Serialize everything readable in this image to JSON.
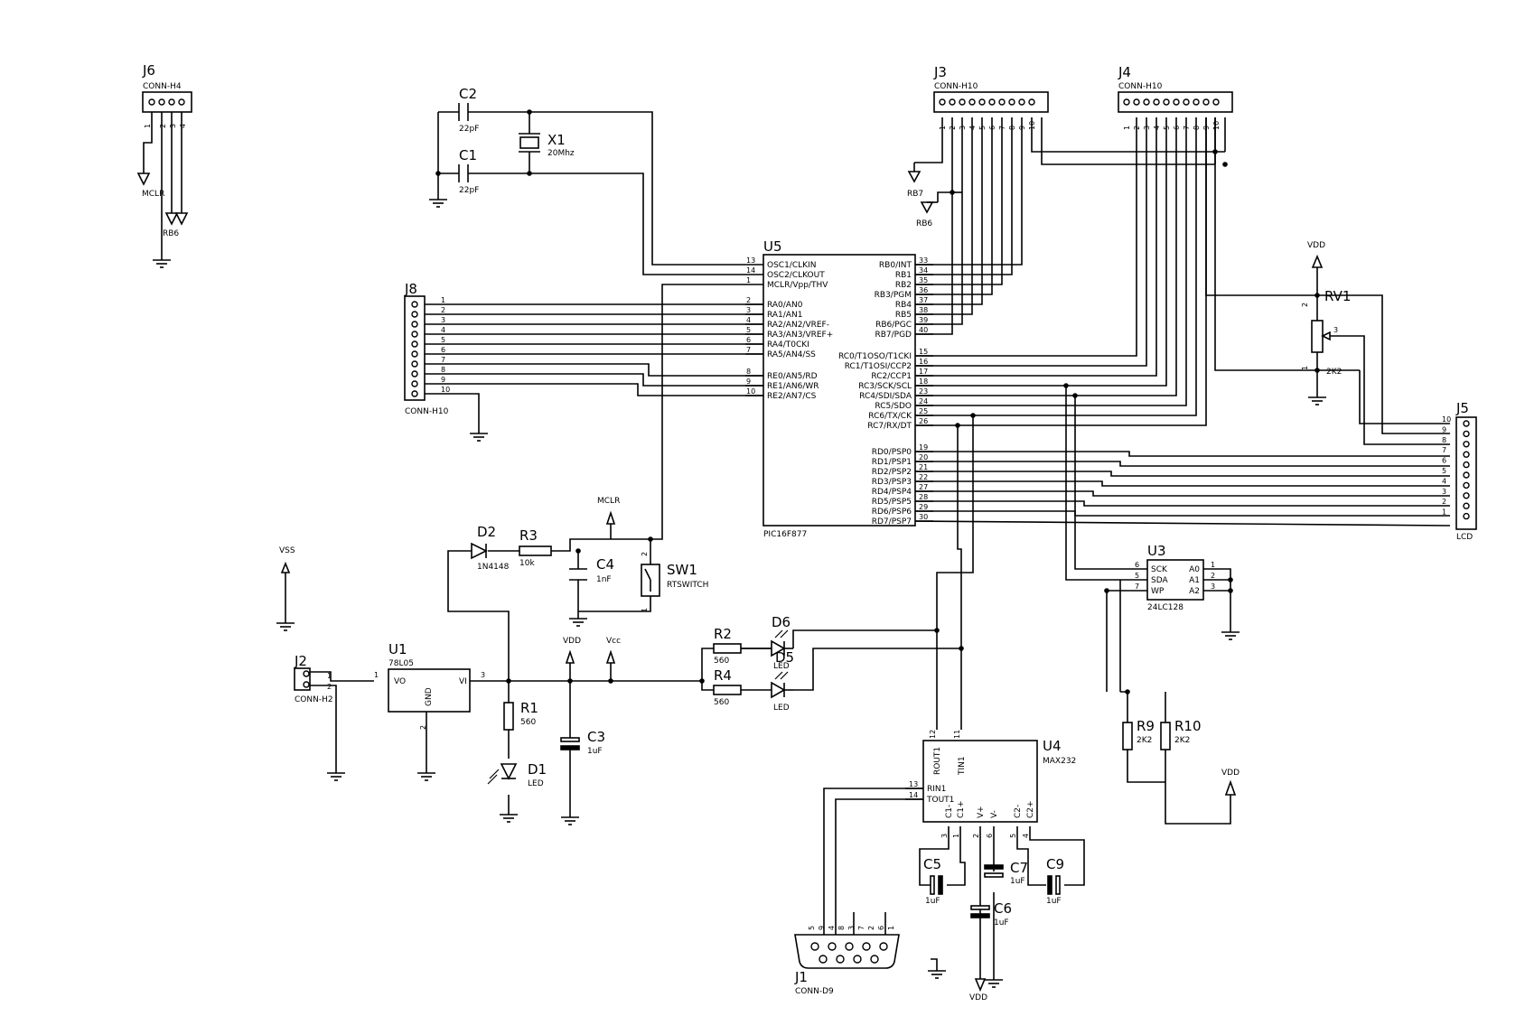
{
  "supplies": {
    "vss": "VSS",
    "vdd_c3": "VDD",
    "vcc": "Vcc",
    "vdd_rv1": "VDD",
    "vdd_r10": "VDD",
    "vdd_c6": "VDD",
    "mclr_sw": "MCLR"
  },
  "net_labels": {
    "mclr_j6": "MCLR",
    "rb_j6": "RB6",
    "rb7_j3": "RB7",
    "rb6_j3": "RB6"
  },
  "j6": {
    "ref": "J6",
    "value": "CONN-H4",
    "pins": [
      "1",
      "2",
      "3",
      "4"
    ]
  },
  "j3": {
    "ref": "J3",
    "value": "CONN-H10",
    "pins": [
      "1",
      "2",
      "3",
      "4",
      "5",
      "6",
      "7",
      "8",
      "9",
      "10"
    ]
  },
  "j4": {
    "ref": "J4",
    "value": "CONN-H10",
    "pins": [
      "1",
      "2",
      "3",
      "4",
      "5",
      "6",
      "7",
      "8",
      "9",
      "10"
    ]
  },
  "j8": {
    "ref": "J8",
    "value": "CONN-H10",
    "pins": [
      "1",
      "2",
      "3",
      "4",
      "5",
      "6",
      "7",
      "8",
      "9",
      "10"
    ]
  },
  "j5": {
    "ref": "J5",
    "value": "LCD",
    "pins": [
      "10",
      "9",
      "8",
      "7",
      "6",
      "5",
      "4",
      "3",
      "2",
      "1"
    ]
  },
  "j2": {
    "ref": "J2",
    "value": "CONN-H2",
    "pins": [
      "1",
      "2"
    ]
  },
  "j1": {
    "ref": "J1",
    "value": "CONN-D9",
    "pins": [
      "5",
      "9",
      "4",
      "8",
      "3",
      "7",
      "2",
      "6",
      "1"
    ]
  },
  "c1": {
    "ref": "C1",
    "value": "22pF"
  },
  "c2": {
    "ref": "C2",
    "value": "22pF"
  },
  "x1": {
    "ref": "X1",
    "value": "20Mhz"
  },
  "u5": {
    "ref": "U5",
    "value": "PIC16F877",
    "left_pins": [
      {
        "name": "OSC1/CLKIN",
        "num": "13"
      },
      {
        "name": "OSC2/CLKOUT",
        "num": "14"
      },
      {
        "name": "MCLR/Vpp/THV",
        "num": "1"
      },
      {
        "name": "RA0/AN0",
        "num": "2"
      },
      {
        "name": "RA1/AN1",
        "num": "3"
      },
      {
        "name": "RA2/AN2/VREF-",
        "num": "4"
      },
      {
        "name": "RA3/AN3/VREF+",
        "num": "5"
      },
      {
        "name": "RA4/T0CKI",
        "num": "6"
      },
      {
        "name": "RA5/AN4/SS",
        "num": "7"
      },
      {
        "name": "RE0/AN5/RD",
        "num": "8"
      },
      {
        "name": "RE1/AN6/WR",
        "num": "9"
      },
      {
        "name": "RE2/AN7/CS",
        "num": "10"
      }
    ],
    "right_pins": [
      {
        "name": "RB0/INT",
        "num": "33"
      },
      {
        "name": "RB1",
        "num": "34"
      },
      {
        "name": "RB2",
        "num": "35"
      },
      {
        "name": "RB3/PGM",
        "num": "36"
      },
      {
        "name": "RB4",
        "num": "37"
      },
      {
        "name": "RB5",
        "num": "38"
      },
      {
        "name": "RB6/PGC",
        "num": "39"
      },
      {
        "name": "RB7/PGD",
        "num": "40"
      },
      {
        "name": "RC0/T1OSO/T1CKI",
        "num": "15"
      },
      {
        "name": "RC1/T1OSI/CCP2",
        "num": "16"
      },
      {
        "name": "RC2/CCP1",
        "num": "17"
      },
      {
        "name": "RC3/SCK/SCL",
        "num": "18"
      },
      {
        "name": "RC4/SDI/SDA",
        "num": "23"
      },
      {
        "name": "RC5/SDO",
        "num": "24"
      },
      {
        "name": "RC6/TX/CK",
        "num": "25"
      },
      {
        "name": "RC7/RX/DT",
        "num": "26"
      },
      {
        "name": "RD0/PSP0",
        "num": "19"
      },
      {
        "name": "RD1/PSP1",
        "num": "20"
      },
      {
        "name": "RD2/PSP2",
        "num": "21"
      },
      {
        "name": "RD3/PSP3",
        "num": "22"
      },
      {
        "name": "RD4/PSP4",
        "num": "27"
      },
      {
        "name": "RD5/PSP5",
        "num": "28"
      },
      {
        "name": "RD6/PSP6",
        "num": "29"
      },
      {
        "name": "RD7/PSP7",
        "num": "30"
      }
    ]
  },
  "rv1": {
    "ref": "RV1",
    "value": "2K2",
    "pins": [
      "2",
      "3",
      "1"
    ]
  },
  "d2": {
    "ref": "D2",
    "value": "1N4148"
  },
  "r3": {
    "ref": "R3",
    "value": "10k"
  },
  "c4": {
    "ref": "C4",
    "value": "1nF"
  },
  "sw1": {
    "ref": "SW1",
    "value": "RTSWITCH",
    "pins": [
      "2",
      "1"
    ]
  },
  "u1": {
    "ref": "U1",
    "value": "78L05",
    "vo": "VO",
    "gnd": "GND",
    "vi": "VI",
    "pins": [
      "1",
      "2",
      "3"
    ]
  },
  "r1": {
    "ref": "R1",
    "value": "560"
  },
  "d1": {
    "ref": "D1",
    "value": "LED"
  },
  "c3": {
    "ref": "C3",
    "value": "1uF"
  },
  "r2": {
    "ref": "R2",
    "value": "560"
  },
  "r4": {
    "ref": "R4",
    "value": "560"
  },
  "d6": {
    "ref": "D6",
    "value": "LED"
  },
  "d5": {
    "ref": "D5",
    "value": "LED"
  },
  "u3": {
    "ref": "U3",
    "value": "24LC128",
    "left_pins": [
      {
        "name": "SCK",
        "num": "6"
      },
      {
        "name": "SDA",
        "num": "5"
      },
      {
        "name": "WP",
        "num": "7"
      }
    ],
    "right_pins": [
      {
        "name": "A0",
        "num": "1"
      },
      {
        "name": "A1",
        "num": "2"
      },
      {
        "name": "A2",
        "num": "3"
      }
    ]
  },
  "r9": {
    "ref": "R9",
    "value": "2K2"
  },
  "r10": {
    "ref": "R10",
    "value": "2K2"
  },
  "u4": {
    "ref": "U4",
    "value": "MAX232",
    "top_pins": [
      {
        "name": "ROUT1",
        "num": "12"
      },
      {
        "name": "TIN1",
        "num": "11"
      }
    ],
    "left_pins": [
      {
        "name": "RIN1",
        "num": "13"
      },
      {
        "name": "TOUT1",
        "num": "14"
      }
    ],
    "bottom_pins": [
      {
        "name": "C1-",
        "num": "3"
      },
      {
        "name": "C1+",
        "num": "1"
      },
      {
        "name": "V+",
        "num": "2"
      },
      {
        "name": "V-",
        "num": "6"
      },
      {
        "name": "C2-",
        "num": "5"
      },
      {
        "name": "C2+",
        "num": "4"
      }
    ]
  },
  "c5": {
    "ref": "C5",
    "value": "1uF"
  },
  "c6": {
    "ref": "C6",
    "value": "1uF"
  },
  "c7": {
    "ref": "C7",
    "value": "1uF"
  },
  "c9": {
    "ref": "C9",
    "value": "1uF"
  }
}
